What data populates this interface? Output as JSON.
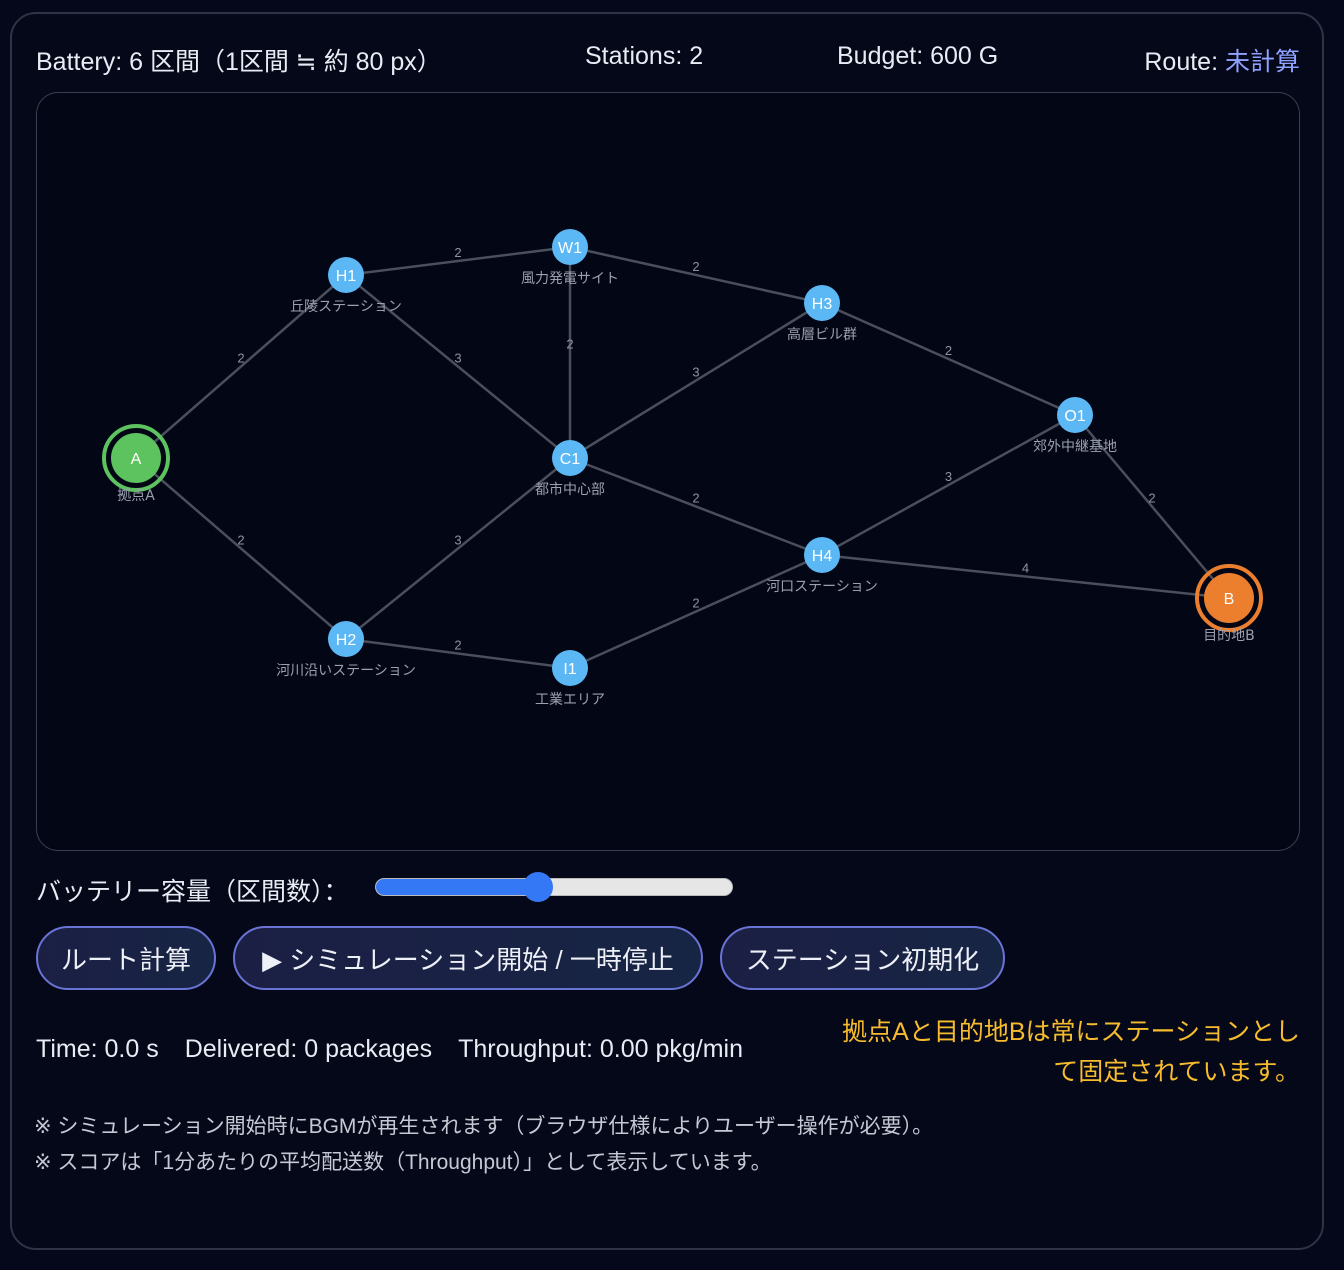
{
  "header": {
    "battery": "Battery: 6 区間（1区間 ≒ 約 80 px）",
    "stations": "Stations: 2",
    "budget": "Budget: 600 G",
    "route_label": "Route: ",
    "route_value": "未計算"
  },
  "graph": {
    "nodes": [
      {
        "id": "A",
        "label": "拠点A",
        "type": "start"
      },
      {
        "id": "H1",
        "label": "丘陵ステーション",
        "type": "station"
      },
      {
        "id": "W1",
        "label": "風力発電サイト",
        "type": "station"
      },
      {
        "id": "H3",
        "label": "高層ビル群",
        "type": "station"
      },
      {
        "id": "O1",
        "label": "郊外中継基地",
        "type": "station"
      },
      {
        "id": "C1",
        "label": "都市中心部",
        "type": "station"
      },
      {
        "id": "H4",
        "label": "河口ステーション",
        "type": "station"
      },
      {
        "id": "B",
        "label": "目的地B",
        "type": "goal"
      },
      {
        "id": "H2",
        "label": "河川沿いステーション",
        "type": "station"
      },
      {
        "id": "I1",
        "label": "工業エリア",
        "type": "station"
      }
    ],
    "edges": [
      {
        "from": "A",
        "to": "H1",
        "w": "2"
      },
      {
        "from": "A",
        "to": "H2",
        "w": "2"
      },
      {
        "from": "H1",
        "to": "W1",
        "w": "2"
      },
      {
        "from": "H1",
        "to": "C1",
        "w": "3"
      },
      {
        "from": "W1",
        "to": "C1",
        "w": "2"
      },
      {
        "from": "W1",
        "to": "H3",
        "w": "2"
      },
      {
        "from": "C1",
        "to": "H3",
        "w": "3"
      },
      {
        "from": "H3",
        "to": "O1",
        "w": "2"
      },
      {
        "from": "C1",
        "to": "H4",
        "w": "2"
      },
      {
        "from": "H2",
        "to": "C1",
        "w": "3"
      },
      {
        "from": "H2",
        "to": "I1",
        "w": "2"
      },
      {
        "from": "I1",
        "to": "H4",
        "w": "2"
      },
      {
        "from": "H4",
        "to": "O1",
        "w": "3"
      },
      {
        "from": "H4",
        "to": "B",
        "w": "4"
      },
      {
        "from": "O1",
        "to": "B",
        "w": "2"
      }
    ],
    "colors": {
      "station": "#5bb8f5",
      "start": "#5cc35f",
      "goal": "#ec7f2e",
      "edge": "#4a4f5c"
    }
  },
  "controls": {
    "battery_label": "バッテリー容量（区間数）：",
    "battery_value": 6,
    "calc_button": "ルート計算",
    "sim_button": "▶ シミュレーション開始 / 一時停止",
    "reset_button": "ステーション初期化"
  },
  "metrics": {
    "time": "Time: 0.0 s",
    "delivered": "Delivered: 0 packages",
    "throughput": "Throughput: 0.00 pkg/min"
  },
  "notice": "拠点Aと目的地Bは常にステーションとして固定されています。",
  "footnotes": [
    "※ シミュレーション開始時にBGMが再生されます（ブラウザ仕様によりユーザー操作が必要）。",
    "※ スコアは「1分あたりの平均配送数（Throughput）」として表示しています。"
  ]
}
